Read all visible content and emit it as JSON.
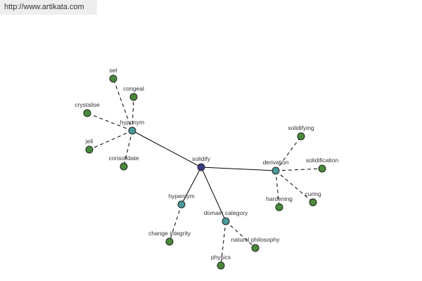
{
  "banner": {
    "url": "http://www.artikata.com"
  },
  "colors": {
    "root": "#3b3b8a",
    "relation": "#4a9a9a",
    "leaf": "#4a8a3a"
  },
  "graph": {
    "root": {
      "id": "solidify",
      "label": "solidify"
    },
    "relations": [
      {
        "id": "hyponym",
        "label": "hyponym",
        "children": [
          {
            "id": "set",
            "label": "set"
          },
          {
            "id": "congeal",
            "label": "congeal"
          },
          {
            "id": "crystalise",
            "label": "crystalise"
          },
          {
            "id": "jell",
            "label": "jell"
          },
          {
            "id": "consolidate",
            "label": "consolidate"
          }
        ]
      },
      {
        "id": "derivation",
        "label": "derivation",
        "children": [
          {
            "id": "solidifying",
            "label": "solidifying"
          },
          {
            "id": "solidification",
            "label": "solidification"
          },
          {
            "id": "curing",
            "label": "curing"
          },
          {
            "id": "hardening",
            "label": "hardening"
          }
        ]
      },
      {
        "id": "hypernym",
        "label": "hypernym",
        "children": [
          {
            "id": "change-integrity",
            "label": "change integrity"
          }
        ]
      },
      {
        "id": "domain-category",
        "label": "domain category",
        "children": [
          {
            "id": "natural-philosophy",
            "label": "natural philosophy"
          },
          {
            "id": "physics",
            "label": "physics"
          }
        ]
      }
    ]
  }
}
